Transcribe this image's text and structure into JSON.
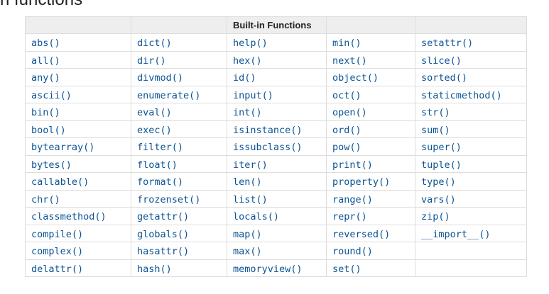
{
  "heading": {
    "text": "n functions"
  },
  "table": {
    "header": [
      "",
      "",
      "Built-in Functions",
      "",
      ""
    ],
    "rows": [
      [
        "abs()",
        "dict()",
        "help()",
        "min()",
        "setattr()"
      ],
      [
        "all()",
        "dir()",
        "hex()",
        "next()",
        "slice()"
      ],
      [
        "any()",
        "divmod()",
        "id()",
        "object()",
        "sorted()"
      ],
      [
        "ascii()",
        "enumerate()",
        "input()",
        "oct()",
        "staticmethod()"
      ],
      [
        "bin()",
        "eval()",
        "int()",
        "open()",
        "str()"
      ],
      [
        "bool()",
        "exec()",
        "isinstance()",
        "ord()",
        "sum()"
      ],
      [
        "bytearray()",
        "filter()",
        "issubclass()",
        "pow()",
        "super()"
      ],
      [
        "bytes()",
        "float()",
        "iter()",
        "print()",
        "tuple()"
      ],
      [
        "callable()",
        "format()",
        "len()",
        "property()",
        "type()"
      ],
      [
        "chr()",
        "frozenset()",
        "list()",
        "range()",
        "vars()"
      ],
      [
        "classmethod()",
        "getattr()",
        "locals()",
        "repr()",
        "zip()"
      ],
      [
        "compile()",
        "globals()",
        "map()",
        "reversed()",
        "__import__()"
      ],
      [
        "complex()",
        "hasattr()",
        "max()",
        "round()",
        ""
      ],
      [
        "delattr()",
        "hash()",
        "memoryview()",
        "set()",
        ""
      ]
    ]
  },
  "colors": {
    "link": "#0b5394",
    "header_bg": "#eeeeee",
    "border": "#dddddd"
  }
}
